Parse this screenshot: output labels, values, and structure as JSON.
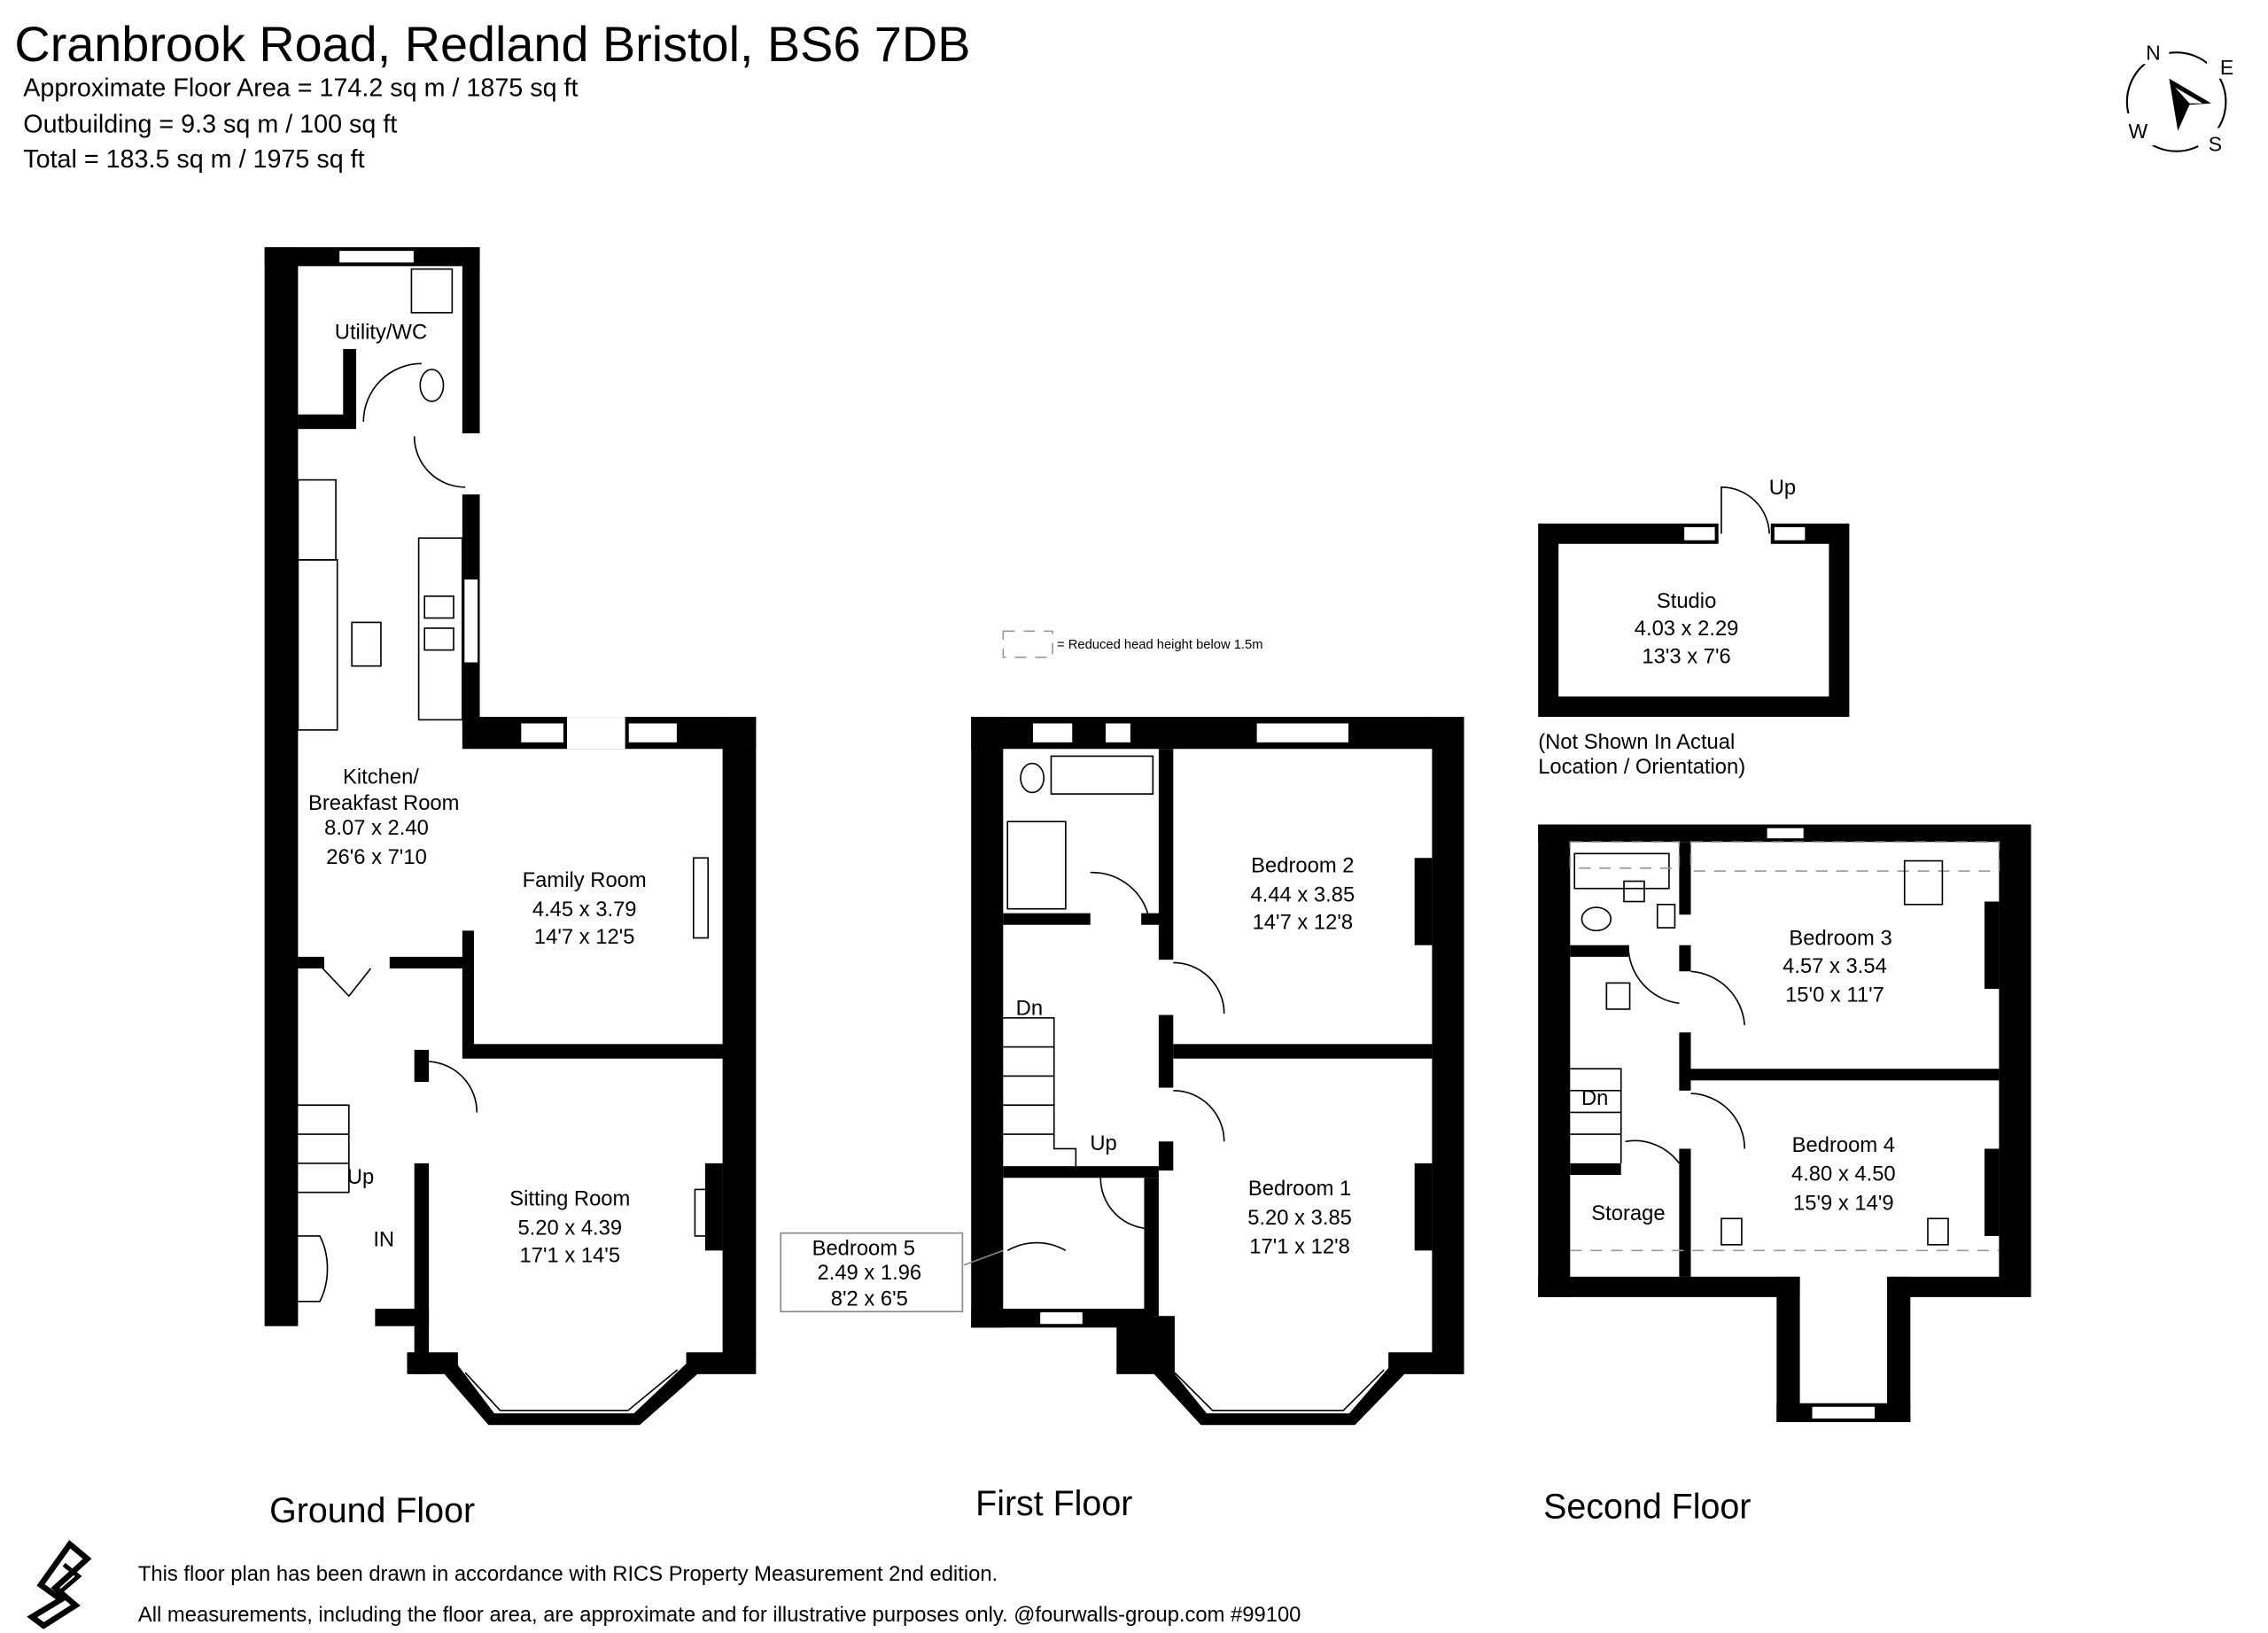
{
  "header": {
    "title": "Cranbrook Road, Redland Bristol, BS6 7DB",
    "floor_area": "Approximate Floor Area = 174.2 sq m / 1875 sq ft",
    "outbuilding": "Outbuilding = 9.3 sq m / 100 sq ft",
    "total": "Total = 183.5 sq m / 1975 sq ft"
  },
  "compass": {
    "n": "N",
    "e": "E",
    "s": "S",
    "w": "W"
  },
  "legend": {
    "text": "= Reduced head height below 1.5m"
  },
  "ground_floor": {
    "label": "Ground Floor",
    "rooms": [
      {
        "name": "Utility/WC"
      },
      {
        "name": "Kitchen/",
        "name2": "Breakfast Room",
        "metric": "8.07 x 2.40",
        "imperial": "26'6 x 7'10"
      },
      {
        "name": "Family Room",
        "metric": "4.45 x 3.79",
        "imperial": "14'7 x 12'5"
      },
      {
        "name": "Sitting Room",
        "metric": "5.20 x 4.39",
        "imperial": "17'1 x 14'5"
      }
    ],
    "markers": {
      "up": "Up",
      "in": "IN"
    }
  },
  "first_floor": {
    "label": "First Floor",
    "rooms": [
      {
        "name": "Bedroom 2",
        "metric": "4.44 x 3.85",
        "imperial": "14'7 x 12'8"
      },
      {
        "name": "Bedroom 1",
        "metric": "5.20 x 3.85",
        "imperial": "17'1 x 12'8"
      },
      {
        "name": "Bedroom 5",
        "metric": "2.49 x 1.96",
        "imperial": "8'2 x 6'5"
      }
    ],
    "markers": {
      "dn": "Dn",
      "up": "Up"
    }
  },
  "second_floor": {
    "label": "Second Floor",
    "rooms": [
      {
        "name": "Bedroom 3",
        "metric": "4.57 x 3.54",
        "imperial": "15'0 x 11'7"
      },
      {
        "name": "Bedroom 4",
        "metric": "4.80 x 4.50",
        "imperial": "15'9 x 14'9"
      },
      {
        "name": "Storage"
      }
    ],
    "markers": {
      "dn": "Dn"
    }
  },
  "studio": {
    "name": "Studio",
    "metric": "4.03 x 2.29",
    "imperial": "13'3 x 7'6",
    "up": "Up",
    "note1": "(Not Shown In Actual",
    "note2": "Location / Orientation)"
  },
  "footer": {
    "line1": "This floor plan has been drawn in accordance with RICS Property Measurement 2nd edition.",
    "line2": "All measurements, including the floor area, are approximate and for illustrative purposes only. @fourwalls-group.com #99100"
  }
}
